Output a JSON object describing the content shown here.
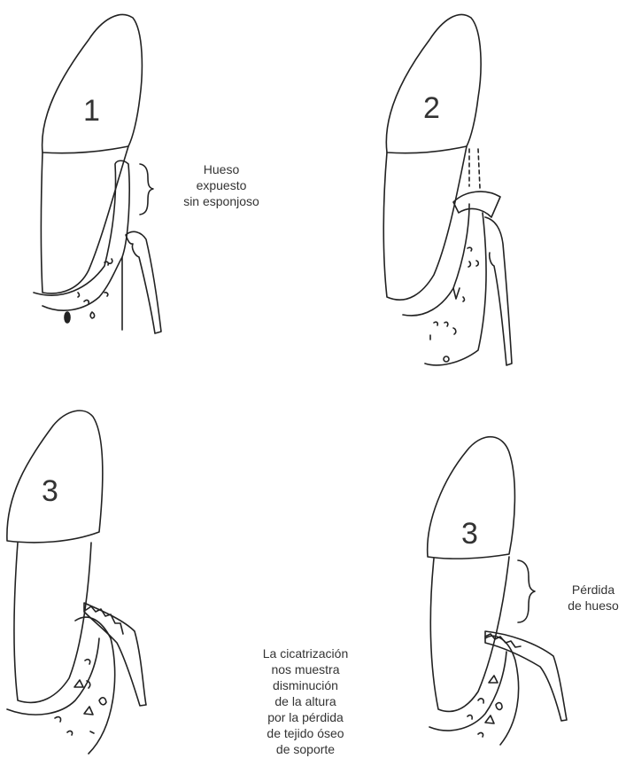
{
  "figures": [
    {
      "number": "1",
      "note_lines": [
        "Hueso",
        "expuesto",
        "sin esponjoso"
      ]
    },
    {
      "number": "2",
      "note_lines": []
    },
    {
      "number": "3",
      "note_lines": [
        "La cicatrización",
        "nos muestra",
        "disminución",
        "de la altura",
        "por la pérdida",
        "de tejido óseo",
        "de soporte"
      ]
    },
    {
      "number": "3",
      "note_lines": [
        "Pérdida",
        "de hueso"
      ]
    }
  ],
  "colors": {
    "ink": "#222222",
    "background": "#ffffff"
  }
}
